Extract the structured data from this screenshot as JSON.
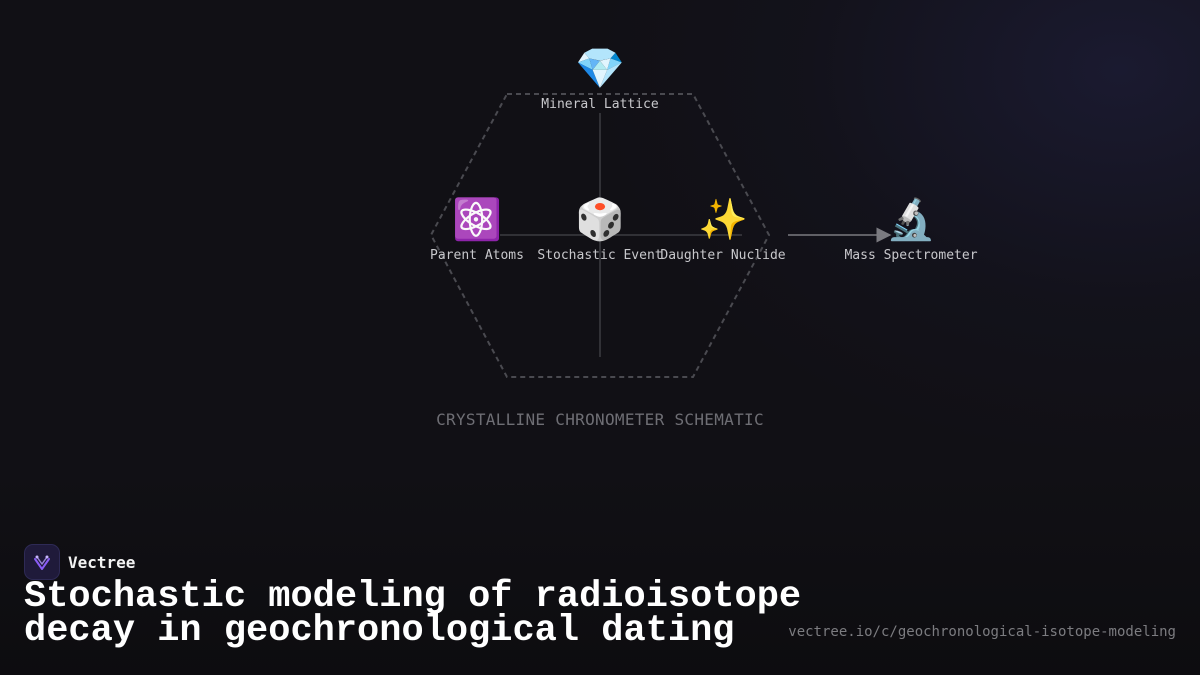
{
  "diagram": {
    "nodes": {
      "mineral_lattice": {
        "label": "Mineral Lattice",
        "icon": "gem-icon"
      },
      "parent_atoms": {
        "label": "Parent Atoms",
        "icon": "atom-icon"
      },
      "stochastic_event": {
        "label": "Stochastic Event",
        "icon": "die-icon"
      },
      "daughter_nuclide": {
        "label": "Daughter Nuclide",
        "icon": "sparkles-icon"
      },
      "mass_spectrometer": {
        "label": "Mass Spectrometer",
        "icon": "microscope-icon"
      }
    },
    "caption": "CRYSTALLINE CHRONOMETER SCHEMATIC"
  },
  "brand": {
    "name": "Vectree",
    "accent": "#8a5cf6"
  },
  "title": "Stochastic modeling of radioisotope decay in geochronological dating",
  "url": "vectree.io/c/geochronological-isotope-modeling"
}
